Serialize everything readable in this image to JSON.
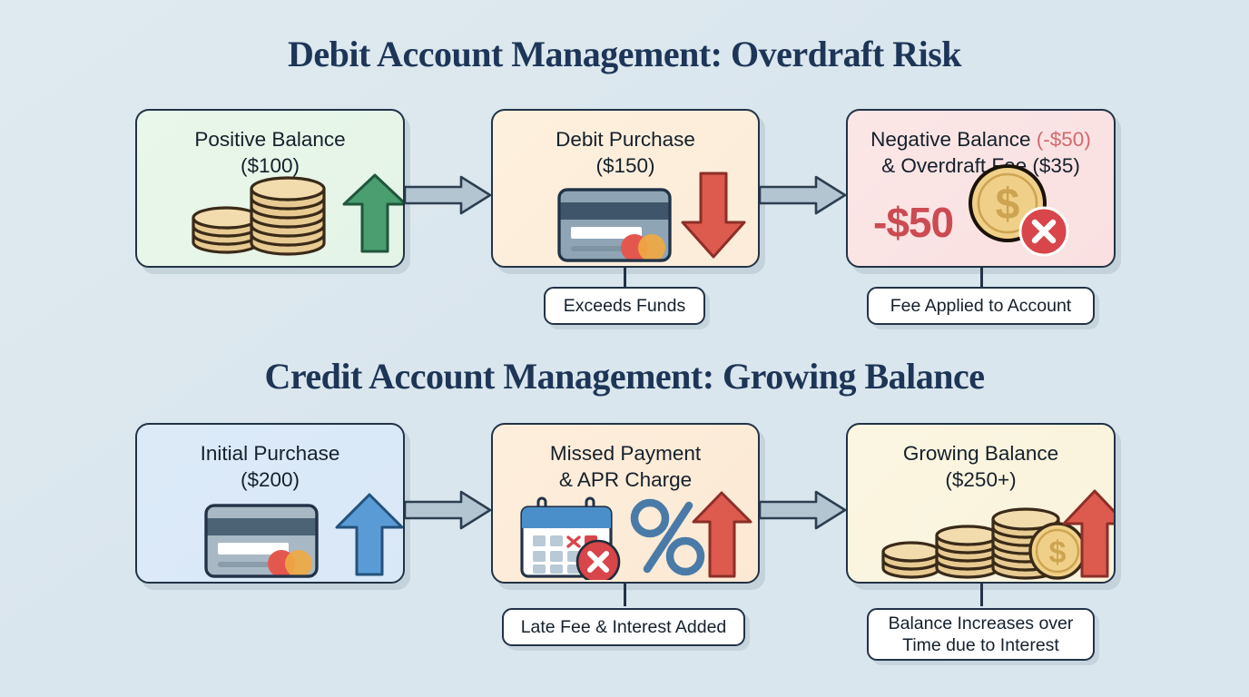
{
  "sections": [
    {
      "id": "debit",
      "title": "Debit Account Management: Overdraft Risk"
    },
    {
      "id": "credit",
      "title": "Credit Account Management: Growing Balance"
    }
  ],
  "cards": [
    {
      "title_line1": "Positive Balance",
      "title_line2": "($100)",
      "bg_color": "#e9f7ea",
      "icons": [
        "coin-stack-icon",
        "up-arrow-green-icon"
      ]
    },
    {
      "title_line1": "Debit Purchase",
      "title_line2": "($150)",
      "bg_color": "#fdf0dd",
      "icons": [
        "credit-card-icon",
        "down-arrow-red-icon"
      ]
    },
    {
      "title_line1": "Negative Balance",
      "title_line1_accent": "(-$50)",
      "title_line2": "& Overdraft Fee ($35)",
      "amount": "-$50",
      "bg_color": "#fbe6e6",
      "icons": [
        "dollar-coin-icon",
        "red-x-badge-icon"
      ]
    },
    {
      "title_line1": "Initial Purchase",
      "title_line2": "($200)",
      "bg_color": "#dceaf8",
      "icons": [
        "credit-card-icon",
        "up-arrow-blue-icon"
      ]
    },
    {
      "title_line1": "Missed Payment",
      "title_line2": "& APR Charge",
      "bg_color": "#fdeedc",
      "icons": [
        "calendar-icon",
        "red-x-badge-icon",
        "percent-icon",
        "up-arrow-red-icon"
      ]
    },
    {
      "title_line1": "Growing Balance",
      "title_line2": "($250+)",
      "bg_color": "#fbf6e2",
      "icons": [
        "coin-stacks-growing-icon",
        "dollar-coin-icon",
        "up-arrow-red-icon"
      ]
    }
  ],
  "pills": [
    {
      "text": "Exceeds Funds"
    },
    {
      "text": "Fee Applied to Account"
    },
    {
      "text": "Late Fee & Interest Added"
    },
    {
      "line1": "Balance Increases over",
      "line2": "Time due to Interest"
    }
  ],
  "colors": {
    "background": "#dce8ef",
    "title_navy": "#1d3557",
    "border_navy": "#223347",
    "negative_red": "#cc4b52",
    "accent_red_soft": "#d06a6e",
    "arrow_green": "#4a9e70",
    "arrow_red": "#dc5a4e",
    "arrow_blue": "#5b9bd5",
    "flow_arrow_gray": "#b4c5d2",
    "coin_gold": "#e8cb92",
    "coin_outline": "#3a2a18"
  },
  "flow_arrows": [
    {
      "name": "arrow-card1-to-card2"
    },
    {
      "name": "arrow-card2-to-card3"
    },
    {
      "name": "arrow-card4-to-card5"
    },
    {
      "name": "arrow-card5-to-card6"
    }
  ]
}
